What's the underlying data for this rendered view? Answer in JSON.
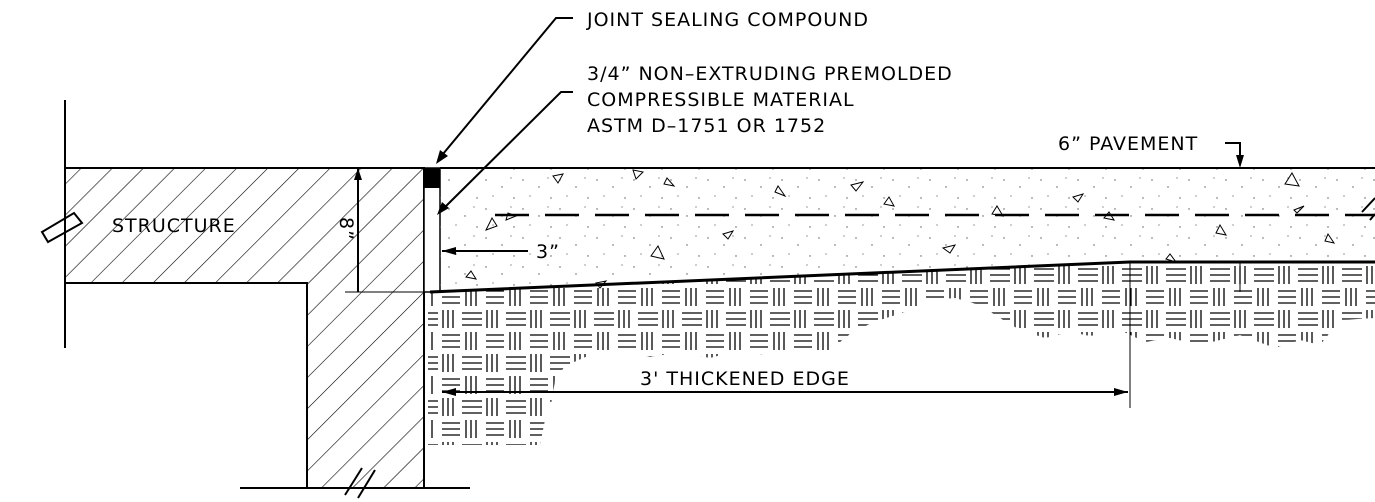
{
  "labels": {
    "joint_sealing": "JOINT SEALING COMPOUND",
    "premolded_line1": "3/4” NON–EXTRUDING PREMOLDED",
    "premolded_line2": "COMPRESSIBLE MATERIAL",
    "premolded_line3": "ASTM D–1751 OR 1752",
    "pavement": "6” PAVEMENT",
    "structure": "STRUCTURE",
    "depth": "8”",
    "offset": "3”",
    "thickened_edge": "3' THICKENED EDGE"
  }
}
